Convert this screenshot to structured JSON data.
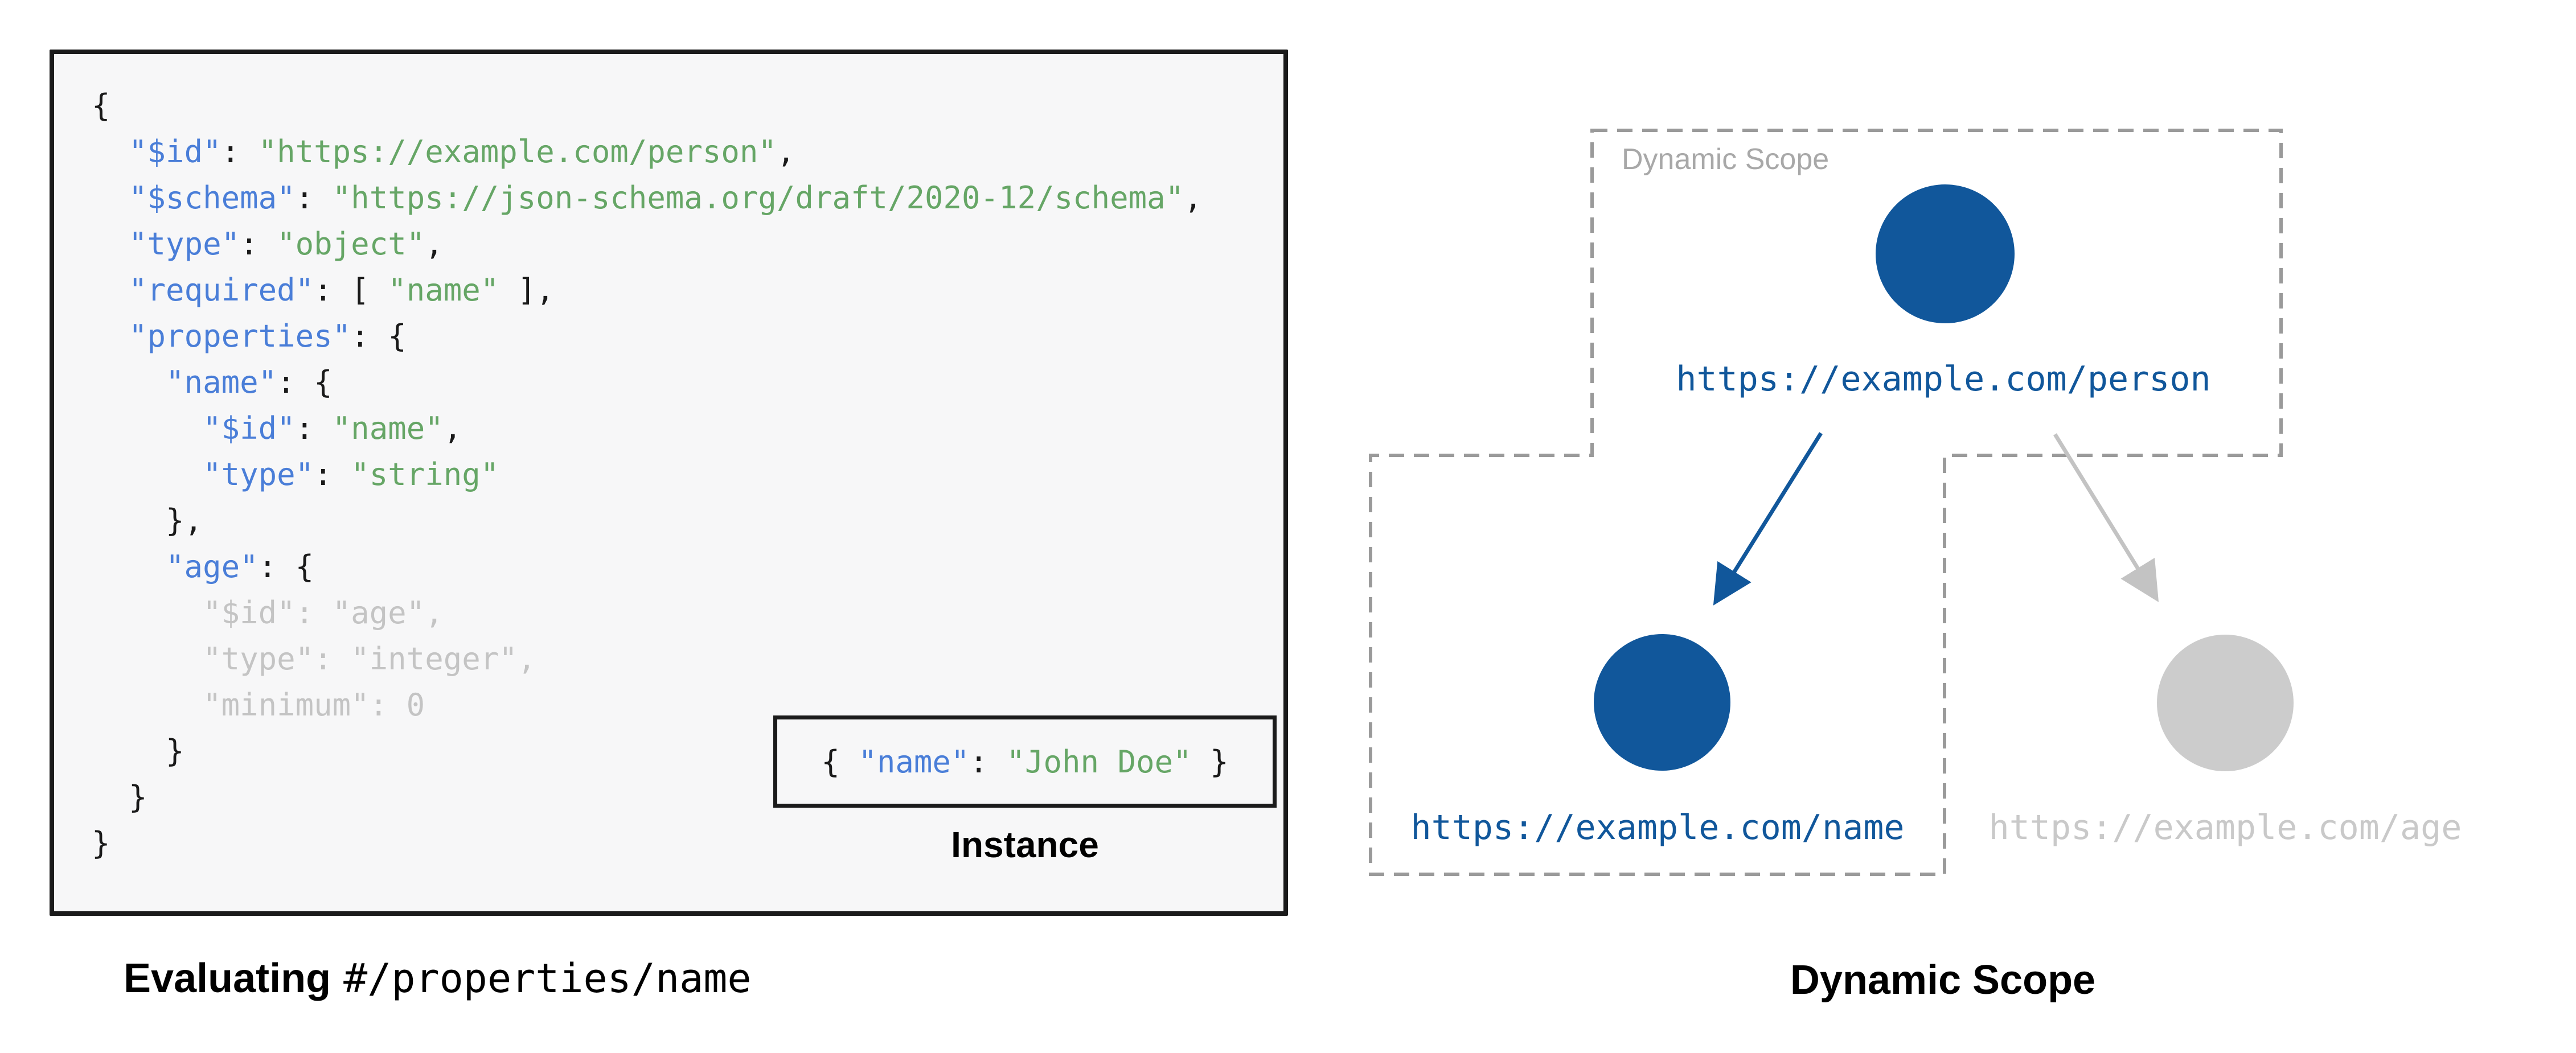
{
  "left_panel": {
    "code_lines": [
      {
        "segments": [
          {
            "t": "{",
            "c": "plain"
          }
        ]
      },
      {
        "segments": [
          {
            "t": "  ",
            "c": "plain"
          },
          {
            "t": "\"$id\"",
            "c": "key"
          },
          {
            "t": ": ",
            "c": "plain"
          },
          {
            "t": "\"https://example.com/person\"",
            "c": "string"
          },
          {
            "t": ",",
            "c": "plain"
          }
        ]
      },
      {
        "segments": [
          {
            "t": "  ",
            "c": "plain"
          },
          {
            "t": "\"$schema\"",
            "c": "key"
          },
          {
            "t": ": ",
            "c": "plain"
          },
          {
            "t": "\"https://json-schema.org/draft/2020-12/schema\"",
            "c": "string"
          },
          {
            "t": ",",
            "c": "plain"
          }
        ]
      },
      {
        "segments": [
          {
            "t": "  ",
            "c": "plain"
          },
          {
            "t": "\"type\"",
            "c": "key"
          },
          {
            "t": ": ",
            "c": "plain"
          },
          {
            "t": "\"object\"",
            "c": "string"
          },
          {
            "t": ",",
            "c": "plain"
          }
        ]
      },
      {
        "segments": [
          {
            "t": "  ",
            "c": "plain"
          },
          {
            "t": "\"required\"",
            "c": "key"
          },
          {
            "t": ": [ ",
            "c": "plain"
          },
          {
            "t": "\"name\"",
            "c": "string"
          },
          {
            "t": " ],",
            "c": "plain"
          }
        ]
      },
      {
        "segments": [
          {
            "t": "  ",
            "c": "plain"
          },
          {
            "t": "\"properties\"",
            "c": "key"
          },
          {
            "t": ": {",
            "c": "plain"
          }
        ]
      },
      {
        "segments": [
          {
            "t": "    ",
            "c": "plain"
          },
          {
            "t": "\"name\"",
            "c": "key"
          },
          {
            "t": ": {",
            "c": "plain"
          }
        ]
      },
      {
        "segments": [
          {
            "t": "      ",
            "c": "plain"
          },
          {
            "t": "\"$id\"",
            "c": "key"
          },
          {
            "t": ": ",
            "c": "plain"
          },
          {
            "t": "\"name\"",
            "c": "string"
          },
          {
            "t": ",",
            "c": "plain"
          }
        ]
      },
      {
        "segments": [
          {
            "t": "      ",
            "c": "plain"
          },
          {
            "t": "\"type\"",
            "c": "key"
          },
          {
            "t": ": ",
            "c": "plain"
          },
          {
            "t": "\"string\"",
            "c": "string"
          }
        ]
      },
      {
        "segments": [
          {
            "t": "    },",
            "c": "plain"
          }
        ]
      },
      {
        "segments": [
          {
            "t": "    ",
            "c": "plain"
          },
          {
            "t": "\"age\"",
            "c": "key"
          },
          {
            "t": ": {",
            "c": "plain"
          }
        ]
      },
      {
        "segments": [
          {
            "t": "      \"$id\": \"age\",",
            "c": "dim"
          }
        ]
      },
      {
        "segments": [
          {
            "t": "      \"type\": \"integer\",",
            "c": "dim"
          }
        ]
      },
      {
        "segments": [
          {
            "t": "      \"minimum\": 0",
            "c": "dim"
          }
        ]
      },
      {
        "segments": [
          {
            "t": "    }",
            "c": "plain"
          }
        ]
      },
      {
        "segments": [
          {
            "t": "  }",
            "c": "plain"
          }
        ]
      },
      {
        "segments": [
          {
            "t": "}",
            "c": "plain"
          }
        ]
      }
    ],
    "instance": {
      "segments": [
        {
          "t": "{ ",
          "c": "plain"
        },
        {
          "t": "\"name\"",
          "c": "key"
        },
        {
          "t": ": ",
          "c": "plain"
        },
        {
          "t": "\"John Doe\"",
          "c": "string"
        },
        {
          "t": " }",
          "c": "plain"
        }
      ],
      "label": "Instance"
    },
    "caption_bold": "Evaluating",
    "caption_mono": "#/properties/name"
  },
  "right_panel": {
    "scope_label": "Dynamic Scope",
    "caption": "Dynamic Scope",
    "nodes": [
      {
        "id": "person",
        "url": "https://example.com/person",
        "state": "active"
      },
      {
        "id": "name",
        "url": "https://example.com/name",
        "state": "active"
      },
      {
        "id": "age",
        "url": "https://example.com/age",
        "state": "inactive"
      }
    ]
  },
  "colors": {
    "key_blue": "#4a7ed8",
    "string_green": "#66a666",
    "plain_dark": "#1a1a1a",
    "dim_gray": "#c4c4c4",
    "node_blue": "#11579b",
    "node_gray": "#cccccc",
    "url_gray": "#c9c9c9",
    "dashed_gray": "#9a9a9a",
    "scope_label_gray": "#a8a8a8",
    "arrow_gray": "#c3c3c3",
    "panel_bg": "#f7f7f8",
    "panel_border": "#1b1b1b"
  }
}
